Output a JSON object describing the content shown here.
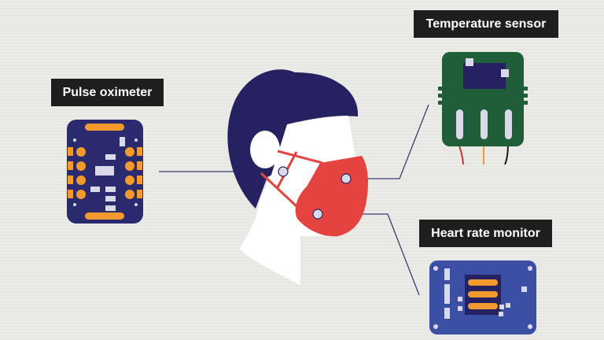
{
  "labels": {
    "pulse_oximeter": "Pulse oximeter",
    "temperature_sensor": "Temperature sensor",
    "heart_rate_monitor": "Heart rate monitor"
  },
  "colors": {
    "background": "#e8e8e5",
    "hair": "#262262",
    "mask": "#e5433f",
    "label_bg": "#1f1d1d",
    "pulse_board": "#2b2a6e",
    "temperature_board": "#1f5e38",
    "heart_board": "#3b4fa5",
    "pads": "#f29a2e",
    "connector": "#d9d9ea"
  }
}
